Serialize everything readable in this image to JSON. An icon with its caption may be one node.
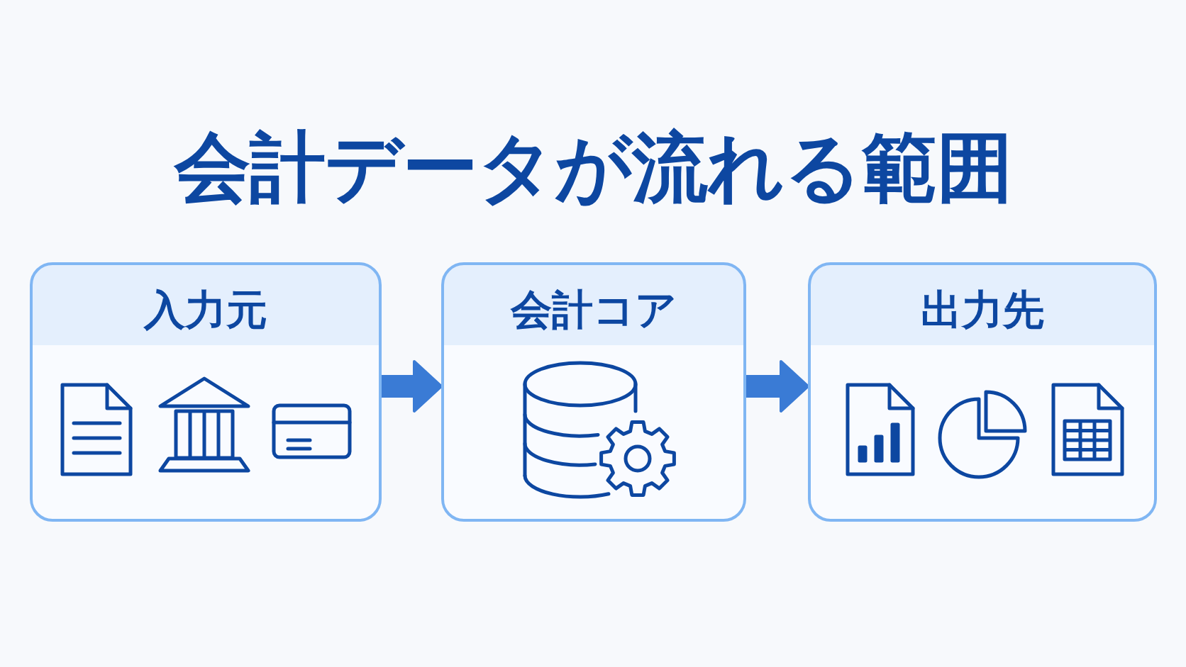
{
  "diagram": {
    "title": "会計データが流れる範囲",
    "nodes": [
      {
        "text": [
          "入力元"
        ]
      },
      {
        "text": [
          "会計コア"
        ]
      },
      {
        "text": [
          "出力先"
        ]
      }
    ],
    "edges": [
      {
        "from": 0,
        "to": 1,
        "arrow": "to"
      },
      {
        "from": 1,
        "to": 2,
        "arrow": "to"
      }
    ]
  }
}
